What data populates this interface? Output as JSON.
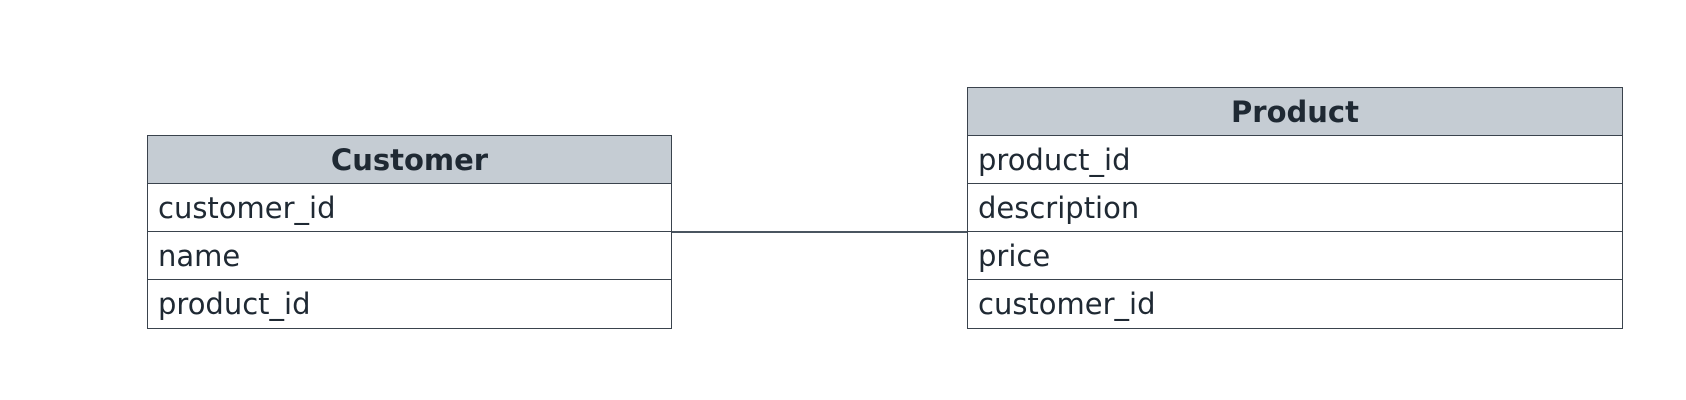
{
  "entities": {
    "customer": {
      "title": "Customer",
      "fields": [
        "customer_id",
        "name",
        "product_id"
      ]
    },
    "product": {
      "title": "Product",
      "fields": [
        "product_id",
        "description",
        "price",
        "customer_id"
      ]
    }
  },
  "colors": {
    "header_fill": "#c5ccd3",
    "border": "#3a434d",
    "connector": "#4a5560"
  }
}
